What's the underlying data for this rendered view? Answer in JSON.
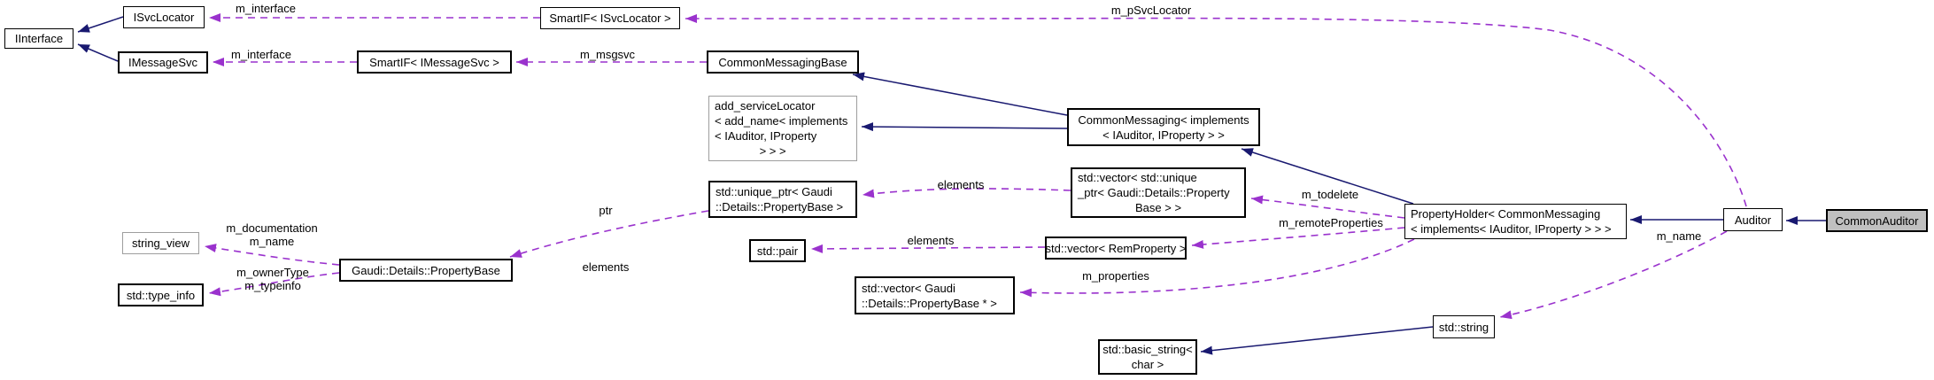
{
  "diagram": {
    "type": "doxygen-collaboration-graph",
    "colors": {
      "inheritance_edge": "#191970",
      "usage_edge": "#9a32cd",
      "node_fill": "#ffffff",
      "current_node_fill": "#c0c0c0",
      "undocumented_border": "#9e9e9e",
      "text": "#000000"
    },
    "nodes": {
      "iinterface": {
        "label": "IInterface"
      },
      "isvclocator": {
        "label": "ISvcLocator"
      },
      "smartif_isvclocator": {
        "label": "SmartIF< ISvcLocator >"
      },
      "imessagesvc": {
        "label": "IMessageSvc"
      },
      "smartif_imessagesvc": {
        "label": "SmartIF< IMessageSvc >"
      },
      "commonmessagingbase": {
        "label": "CommonMessagingBase"
      },
      "add_servicelocator": {
        "label": "add_serviceLocator\n< add_name< implements\n< IAuditor, IProperty\n              > > >"
      },
      "commonmessaging": {
        "label": "CommonMessaging< implements\n< IAuditor, IProperty > >"
      },
      "vector_unique_ptr": {
        "label": "std::vector< std::unique\n_ptr< Gaudi::Details::Property\n                  Base > >"
      },
      "unique_ptr": {
        "label": "std::unique_ptr< Gaudi\n::Details::PropertyBase >"
      },
      "std_pair": {
        "label": "std::pair"
      },
      "vector_remproperty": {
        "label": "std::vector< RemProperty >"
      },
      "propertyholder": {
        "label": "PropertyHolder< CommonMessaging\n< implements< IAuditor, IProperty > > >"
      },
      "auditor": {
        "label": "Auditor"
      },
      "commonauditor": {
        "label": "CommonAuditor"
      },
      "string_view": {
        "label": "string_view"
      },
      "propertybase": {
        "label": "Gaudi::Details::PropertyBase"
      },
      "type_info": {
        "label": "std::type_info"
      },
      "vector_propertybase": {
        "label": "std::vector< Gaudi\n::Details::PropertyBase * >"
      },
      "std_string": {
        "label": "std::string"
      },
      "basic_string": {
        "label": "std::basic_string<\nchar >"
      }
    },
    "edge_labels": {
      "m_interface_svc": "m_interface",
      "m_psvclocator": "m_pSvcLocator",
      "m_interface_msg": "m_interface",
      "m_msgsvc": "m_msgsvc",
      "elements_uptr": "elements",
      "m_todelete": "m_todelete",
      "m_remoteproperties": "m_remoteProperties",
      "elements_pair": "elements",
      "ptr": "ptr",
      "elements_pb": "elements",
      "m_properties": "m_properties",
      "m_documentation_name": "m_documentation\nm_name",
      "m_ownertype_typeinfo": "m_ownerType\nm_typeinfo",
      "m_name": "m_name"
    }
  }
}
